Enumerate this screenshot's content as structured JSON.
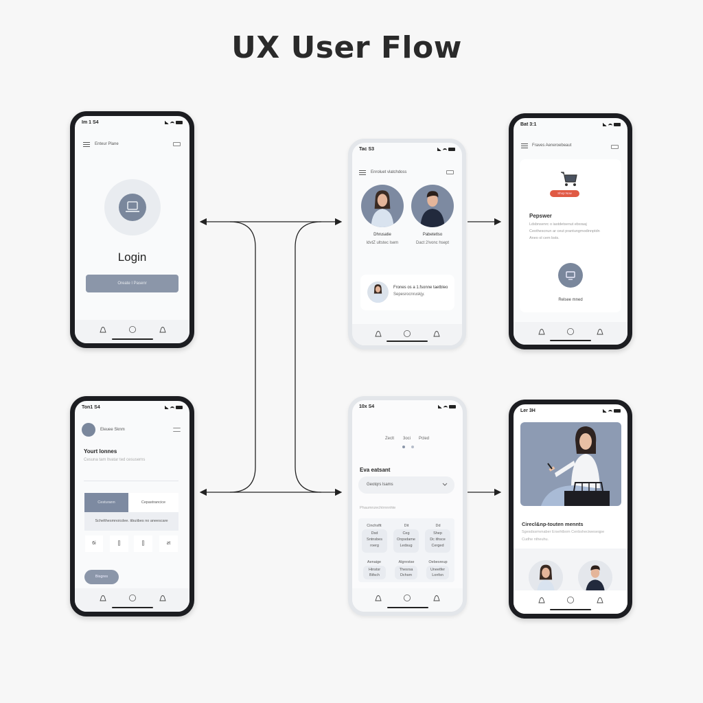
{
  "title": "UX User Flow",
  "colors": {
    "accent": "#7a879c",
    "cta": "#e05a44",
    "frame": "#1c1d21"
  },
  "phones": {
    "login": {
      "status_time": "Im 1 S4",
      "header_title": "Enteur Plane",
      "heading": "Login",
      "button_label": "Oreate I Pasenr"
    },
    "profiles": {
      "status_time": "Tac S3",
      "header_title": "Enroluet vlatchdoss",
      "people": [
        {
          "name": "Dhrusatie",
          "sub": "ldvtZ ultstec lsem"
        },
        {
          "name": "Pabetetlso",
          "sub": "Dact 2!vonc hsept"
        }
      ],
      "card_line1": "Frones os a 1.fsonne taetbleo",
      "card_line2": "Sepesrocnruskjy."
    },
    "shop": {
      "status_time": "Bat 3:1",
      "header_title": "Fraves Aeneroebeaut",
      "badge": "Shop Now",
      "heading": "Pepswer",
      "paragraph": [
        "Ldsbnsenrc o iastdetsenut ebsraaj",
        "Ceothescnun ar ceut prantungmodinnptdn",
        "Aneo ol cem bsts."
      ],
      "action_label": "Relsee mned"
    },
    "account": {
      "status_time": "Ton1 S4",
      "user_name": "Eleuee Sknm",
      "heading": "Yourt lonnes",
      "subheading": "Cesuna tam ltvatar ted cesuserns",
      "segments": [
        "Cesturann",
        "Cepastrancice"
      ],
      "info_row": "Schelthesmnoicdee. tibuiibes no aneescare",
      "chips": [
        "6i",
        "[]",
        "[]",
        "ƨt"
      ],
      "button_label": "Bisgres"
    },
    "form": {
      "status_time": "10x S4",
      "tabs": [
        "Zeclt",
        "3oci",
        "Pcled"
      ],
      "heading": "Eva eatsant",
      "dropdown_value": "Geotqrs lsams",
      "section_label": "Phaumnzechtrnnnhte",
      "grid": [
        {
          "header": "Cinchsftt",
          "lines": [
            "Dsd",
            "Sntnsbes",
            "roerg"
          ]
        },
        {
          "header": "Dit",
          "lines": [
            "Ceg",
            "Onpsdame",
            "Ledsug"
          ]
        },
        {
          "header": "Dd",
          "lines": [
            "Shep",
            "Dc ithsce",
            "Cerged"
          ]
        },
        {
          "header": "Aenaige",
          "lines": [
            "Hinstsr",
            "Bifsch"
          ]
        },
        {
          "header": "Algnrstse",
          "lines": [
            "Thesrsa",
            "Dchsm"
          ]
        },
        {
          "header": "Oebesreup",
          "lines": [
            "Uneetfer",
            "Lonfsn"
          ]
        }
      ]
    },
    "detail": {
      "status_time": "Ler 3H",
      "heading": "Cirecl&np-touten mennts",
      "sub": [
        "Sgesdssmvnaber Ersehtbom Cenbsheciweseqpe",
        "Cudhe ntheuhu."
      ]
    }
  }
}
